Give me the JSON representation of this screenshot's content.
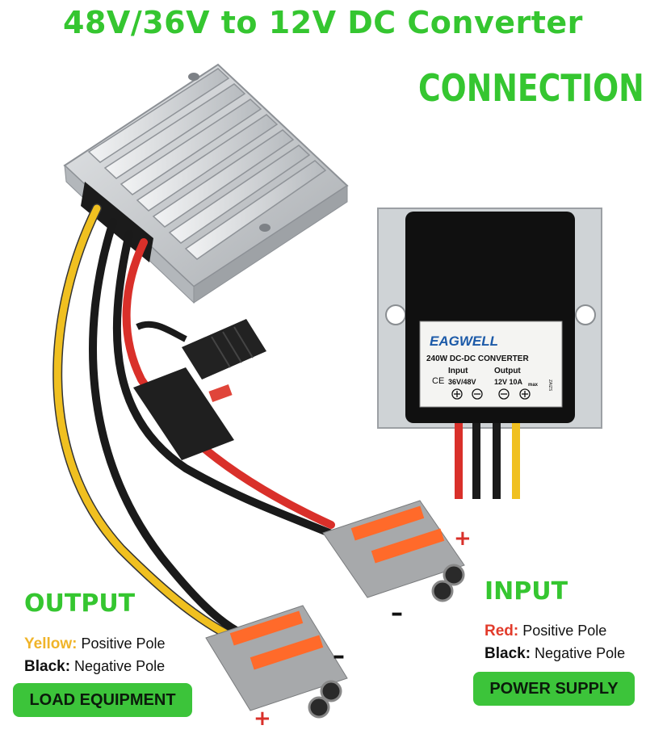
{
  "title": "48V/36V to 12V DC Converter",
  "connection": "CONNECTION",
  "output": {
    "heading": "OUTPUT",
    "rows": [
      {
        "color_word": "Yellow:",
        "desc": "Positive Pole",
        "color": "#f0b429"
      },
      {
        "color_word": "Black:",
        "desc": "Negative Pole",
        "color": "#111111"
      }
    ],
    "pill": "LOAD EQUIPMENT"
  },
  "input": {
    "heading": "INPUT",
    "rows": [
      {
        "color_word": "Red:",
        "desc": "Positive Pole",
        "color": "#e23b2b"
      },
      {
        "color_word": "Black:",
        "desc": "Negative Pole",
        "color": "#111111"
      }
    ],
    "pill": "POWER SUPPLY"
  },
  "label": {
    "brand": "EAGWELL",
    "product": "240W DC-DC CONVERTER",
    "input_title": "Input",
    "output_title": "Output",
    "input_value": "36V/48V",
    "output_value": "12V 10A",
    "output_suffix": "max",
    "ce": "CE",
    "side_text": "ZAIZS"
  },
  "signs": {
    "plus": "+",
    "minus": "–"
  },
  "colors": {
    "green": "#35c630",
    "yellow_wire": "#f0c020",
    "red_wire": "#d9302a",
    "black_wire": "#1a1a1a",
    "aluminum": "#c9cdd1"
  }
}
